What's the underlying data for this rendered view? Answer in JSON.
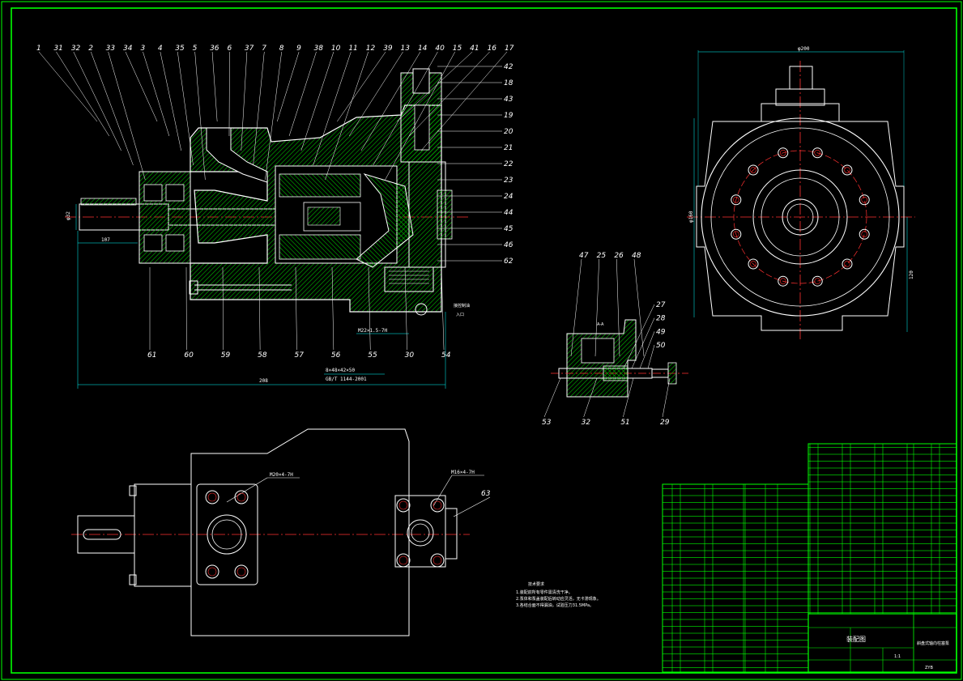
{
  "colors": {
    "background": "#000000",
    "border": "#00ff00",
    "outline": "#ffffff",
    "hatch": "#00cc00",
    "center": "#ff3030",
    "dimension": "#00ffff",
    "label": "#ffffff"
  },
  "section_view": {
    "top_part_numbers": [
      "1",
      "31",
      "32",
      "2",
      "33",
      "34",
      "3",
      "4",
      "35",
      "5",
      "36",
      "6",
      "37",
      "7",
      "8",
      "9",
      "38",
      "10",
      "11",
      "12",
      "39",
      "13",
      "14",
      "40",
      "15",
      "41",
      "16",
      "17"
    ],
    "right_part_numbers": [
      "42",
      "18",
      "43",
      "19",
      "20",
      "21",
      "22",
      "23",
      "24",
      "44",
      "45",
      "46",
      "62"
    ],
    "bottom_part_numbers": [
      "61",
      "60",
      "59",
      "58",
      "57",
      "56",
      "55",
      "30",
      "54"
    ],
    "dim_length": "208",
    "dim_shaft": "107",
    "dim_diameter": "φ32",
    "thread_note": "M22×1.5-7H",
    "spline_note_1": "8×48×42×50",
    "spline_note_2": "GB/T 1144-2001",
    "port_label": "接控制油",
    "port_label_2": "入口"
  },
  "detail_view": {
    "title": "A-A",
    "top_part_numbers": [
      "47",
      "25",
      "26",
      "48"
    ],
    "right_part_numbers": [
      "27",
      "28",
      "49",
      "50"
    ],
    "bottom_part_numbers": [
      "53",
      "32",
      "51",
      "29"
    ]
  },
  "end_view": {
    "dim_width": "φ200",
    "dim_height": "φ160",
    "dim_side": "120"
  },
  "top_view": {
    "thread_1": "M20×4-7H",
    "thread_2": "M16×4-7H",
    "part_number": "63"
  },
  "notes": {
    "heading": "技术要求",
    "lines": [
      "1.装配前所有零件需清洗干净。",
      "2.泵体和泵盖装配后转动应灵活，无卡滞现象。",
      "3.各结合面不得漏油，试验压力31.5MPa。"
    ]
  },
  "title_block": {
    "drawing_name": "装配图",
    "product": "斜盘式轴向柱塞泵",
    "drawing_no": "ZYB",
    "scale": "1:1"
  }
}
